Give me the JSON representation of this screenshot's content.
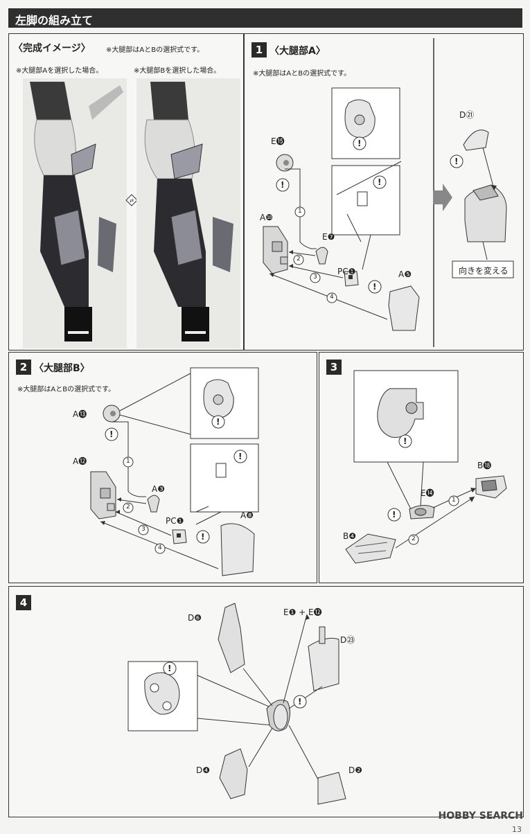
{
  "header": {
    "title": "左脚の組み立て"
  },
  "preview": {
    "title": "〈完成イメージ〉",
    "note": "※大腿部はAとBの選択式です。",
    "caption_a": "※大腿部Aを選択した場合。",
    "caption_b": "※大腿部Bを選択した場合。"
  },
  "step1": {
    "num": "1",
    "title": "〈大腿部A〉",
    "note": "※大腿部はAとBの選択式です。",
    "parts": {
      "e15": "E⓯",
      "a10": "A❿",
      "e7": "E❼",
      "pc1": "PC❶",
      "a5": "A❺",
      "d21": "D㉑"
    },
    "seq": [
      "1",
      "2",
      "3",
      "4"
    ],
    "turn_label": "向きを変える"
  },
  "step2": {
    "num": "2",
    "title": "〈大腿部B〉",
    "note": "※大腿部はAとBの選択式です。",
    "parts": {
      "a13": "A⓭",
      "a12": "A⓬",
      "a3": "A❸",
      "pc1": "PC❶",
      "a8": "A❽"
    },
    "seq": [
      "1",
      "2",
      "3",
      "4"
    ]
  },
  "step3": {
    "num": "3",
    "parts": {
      "b18": "B⓲",
      "e14": "E⓮",
      "b4": "B❹"
    },
    "seq": [
      "1",
      "2"
    ]
  },
  "step4": {
    "num": "4",
    "parts": {
      "d6": "D❻",
      "e1e12": "E❶ + E⓬",
      "d23": "D㉓",
      "d4": "D❹",
      "d2": "D❷"
    }
  },
  "warn_symbol": "!",
  "watermark": "HOBBY SEARCH",
  "page_number": "13"
}
